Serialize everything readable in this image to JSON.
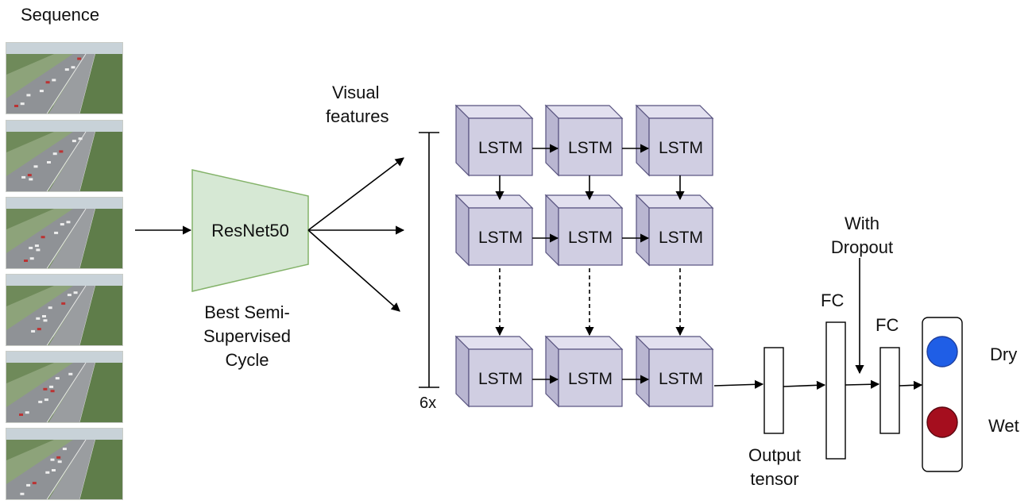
{
  "sequence_label": "Sequence",
  "frame_count": 6,
  "resnet": {
    "label": "ResNet50",
    "caption": [
      "Best Semi-",
      "Supervised",
      "Cycle"
    ]
  },
  "visual_features_label": [
    "Visual",
    "features"
  ],
  "stack_label": "6x",
  "lstm_label": "LSTM",
  "lstm_grid": {
    "rows": 3,
    "cols": 3
  },
  "fc_label": "FC",
  "fc2_label": "FC",
  "dropout_label": [
    "With",
    "Dropout"
  ],
  "output_label": [
    "Output",
    "tensor"
  ],
  "classes": [
    {
      "label": "Dry",
      "color": "#1f5ee6"
    },
    {
      "label": "Wet",
      "color": "#a50e1e"
    }
  ],
  "colors": {
    "resnet_fill": "#d6e8d4",
    "resnet_stroke": "#84b36a",
    "lstm_face": "#d0cee2",
    "lstm_stroke": "#56517e"
  }
}
